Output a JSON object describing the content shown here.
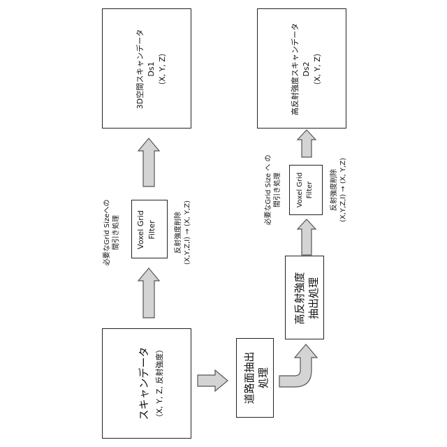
{
  "scan_box": {
    "title": "スキャンデータ",
    "subtitle": "（X, Y, Z, 反射強度）"
  },
  "road_box": {
    "line1": "道路面抽出",
    "line2": "処理"
  },
  "high_box": {
    "line1": "高反射強度",
    "line2": "抽出処理"
  },
  "filter_left": {
    "line1": "Voxel Grid",
    "line2": "Filter",
    "note_top_1": "必要なGrid Sizeへの",
    "note_top_2": "間引き処理",
    "note_bottom_1": "反射強度削除",
    "note_bottom_2": "(X,Y,Z,I) → (X, Y,Z)"
  },
  "filter_right": {
    "line1": "Voxel Grid",
    "line2": "Filter",
    "note_top_1": "必要なGrid Size へ の",
    "note_top_2": "間引き処理",
    "note_bottom_1": "反射強度削除",
    "note_bottom_2": "(X,Y,Z,I) → (X, Y,Z)"
  },
  "ds1_box": {
    "line1": "3D空間スキャンデータ",
    "line2": "Ds1",
    "line3": "（X, Y, Z）"
  },
  "ds2_box": {
    "line1": "高反射強度スキャンデータ",
    "line2": "Ds2",
    "line3": "（X, Y, Z）"
  },
  "colors": {
    "arrow_fill": "#d4d4d4",
    "arrow_stroke": "#555555",
    "border": "#222222"
  }
}
